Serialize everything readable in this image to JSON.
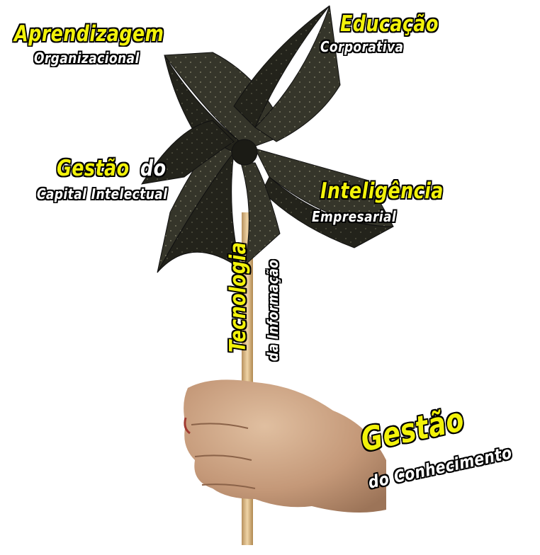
{
  "labels": {
    "aprendizagem": {
      "main": "Aprendizagem",
      "sub": "Organizacional"
    },
    "educacao": {
      "main": "Educação",
      "sub": "Corporativa"
    },
    "gestao_capital": {
      "main": "Gestão",
      "connector": "do",
      "sub": "Capital Intelectual"
    },
    "inteligencia": {
      "main": "Inteligência",
      "sub": "Empresarial"
    },
    "tecnologia": {
      "main": "Tecnologia",
      "sub": "da Informação"
    },
    "gestao_conhecimento": {
      "main": "Gestão",
      "sub": "do Conhecimento"
    }
  },
  "colors": {
    "highlight": "#f2f20a",
    "secondary": "#ffffff",
    "pinwheel": "#3a3a2c",
    "stick": "#d9b98a",
    "hand": "#c9a080"
  }
}
